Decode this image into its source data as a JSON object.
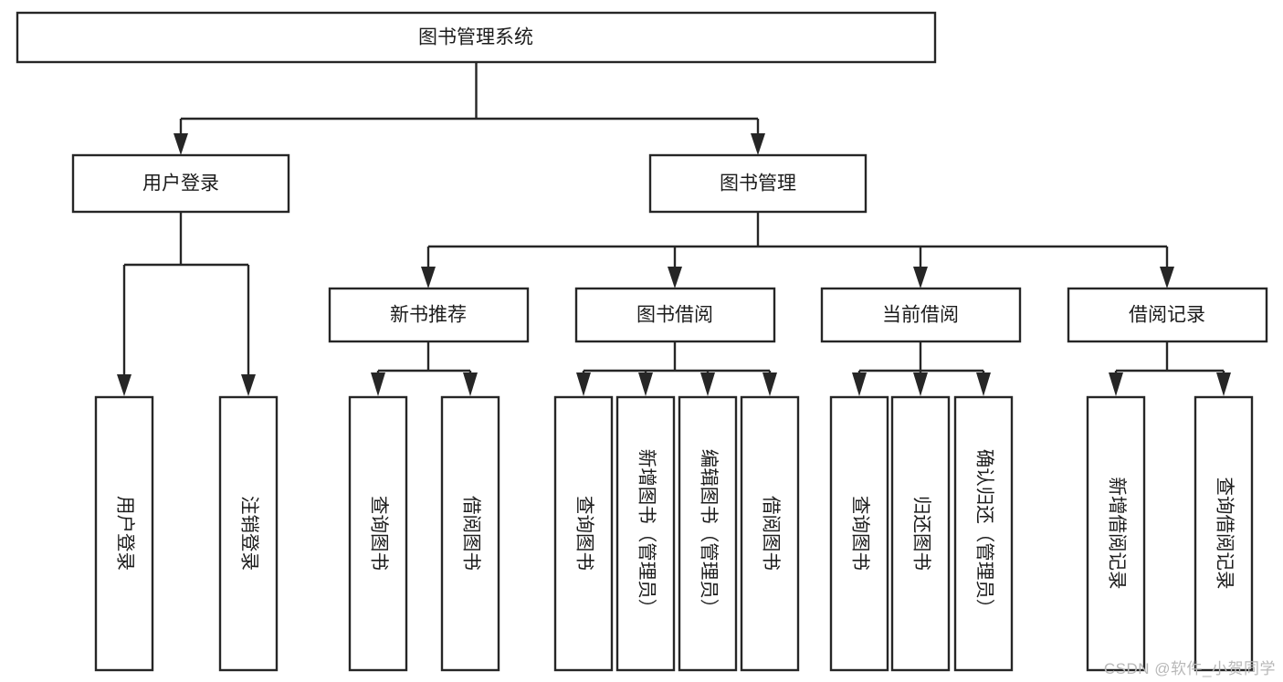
{
  "diagram": {
    "type": "tree",
    "title": "图书管理系统",
    "watermark": "CSDN @软件_小贺同学",
    "colors": {
      "stroke": "#262626",
      "fill": "#ffffff",
      "text": "#1c1c1c",
      "watermark": "#b8b8b8"
    },
    "nodes": {
      "root": {
        "label": "图书管理系统",
        "orientation": "horizontal"
      },
      "level2": [
        {
          "label": "用户登录",
          "orientation": "horizontal"
        },
        {
          "label": "图书管理",
          "orientation": "horizontal"
        }
      ],
      "level3": [
        {
          "label": "新书推荐",
          "orientation": "horizontal"
        },
        {
          "label": "图书借阅",
          "orientation": "horizontal"
        },
        {
          "label": "当前借阅",
          "orientation": "horizontal"
        },
        {
          "label": "借阅记录",
          "orientation": "horizontal"
        }
      ],
      "leaves_user_login": [
        {
          "label": "用户登录",
          "orientation": "vertical"
        },
        {
          "label": "注销登录",
          "orientation": "vertical"
        }
      ],
      "leaves_new_book": [
        {
          "label": "查询图书",
          "orientation": "vertical"
        },
        {
          "label": "借阅图书",
          "orientation": "vertical"
        }
      ],
      "leaves_borrow": [
        {
          "label": "查询图书",
          "orientation": "vertical"
        },
        {
          "label": "新增图书（管理员）",
          "orientation": "vertical"
        },
        {
          "label": "编辑图书（管理员）",
          "orientation": "vertical"
        },
        {
          "label": "借阅图书",
          "orientation": "vertical"
        }
      ],
      "leaves_current": [
        {
          "label": "查询图书",
          "orientation": "vertical"
        },
        {
          "label": "归还图书",
          "orientation": "vertical"
        },
        {
          "label": "确认归还（管理员）",
          "orientation": "vertical"
        }
      ],
      "leaves_records": [
        {
          "label": "新增借阅记录",
          "orientation": "vertical"
        },
        {
          "label": "查询借阅记录",
          "orientation": "vertical"
        }
      ]
    },
    "edges": [
      {
        "from": "图书管理系统",
        "to": "用户登录"
      },
      {
        "from": "图书管理系统",
        "to": "图书管理"
      },
      {
        "from": "用户登录",
        "to": "用户登录"
      },
      {
        "from": "用户登录",
        "to": "注销登录"
      },
      {
        "from": "图书管理",
        "to": "新书推荐"
      },
      {
        "from": "图书管理",
        "to": "图书借阅"
      },
      {
        "from": "图书管理",
        "to": "当前借阅"
      },
      {
        "from": "图书管理",
        "to": "借阅记录"
      },
      {
        "from": "新书推荐",
        "to": "查询图书"
      },
      {
        "from": "新书推荐",
        "to": "借阅图书"
      },
      {
        "from": "图书借阅",
        "to": "查询图书"
      },
      {
        "from": "图书借阅",
        "to": "新增图书（管理员）"
      },
      {
        "from": "图书借阅",
        "to": "编辑图书（管理员）"
      },
      {
        "from": "图书借阅",
        "to": "借阅图书"
      },
      {
        "from": "当前借阅",
        "to": "查询图书"
      },
      {
        "from": "当前借阅",
        "to": "归还图书"
      },
      {
        "from": "当前借阅",
        "to": "确认归还（管理员）"
      },
      {
        "from": "借阅记录",
        "to": "新增借阅记录"
      },
      {
        "from": "借阅记录",
        "to": "查询借阅记录"
      }
    ]
  }
}
